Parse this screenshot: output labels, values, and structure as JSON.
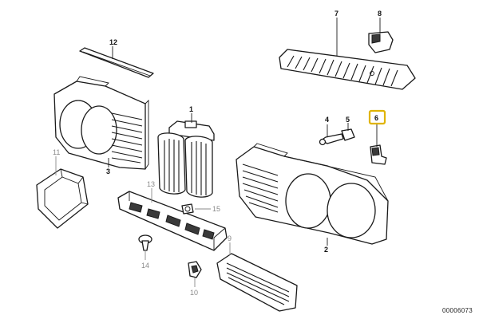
{
  "callouts": {
    "c1": "1",
    "c2": "2",
    "c3": "3",
    "c4": "4",
    "c5": "5",
    "c6": "6",
    "c7": "7",
    "c8": "8",
    "c9": "9",
    "c10": "10",
    "c11": "11",
    "c12": "12",
    "c13": "13",
    "c14": "14",
    "c15": "15"
  },
  "highlighted_callout": "6",
  "highlight_color": "#e0b400",
  "diagram_id": "00006073"
}
